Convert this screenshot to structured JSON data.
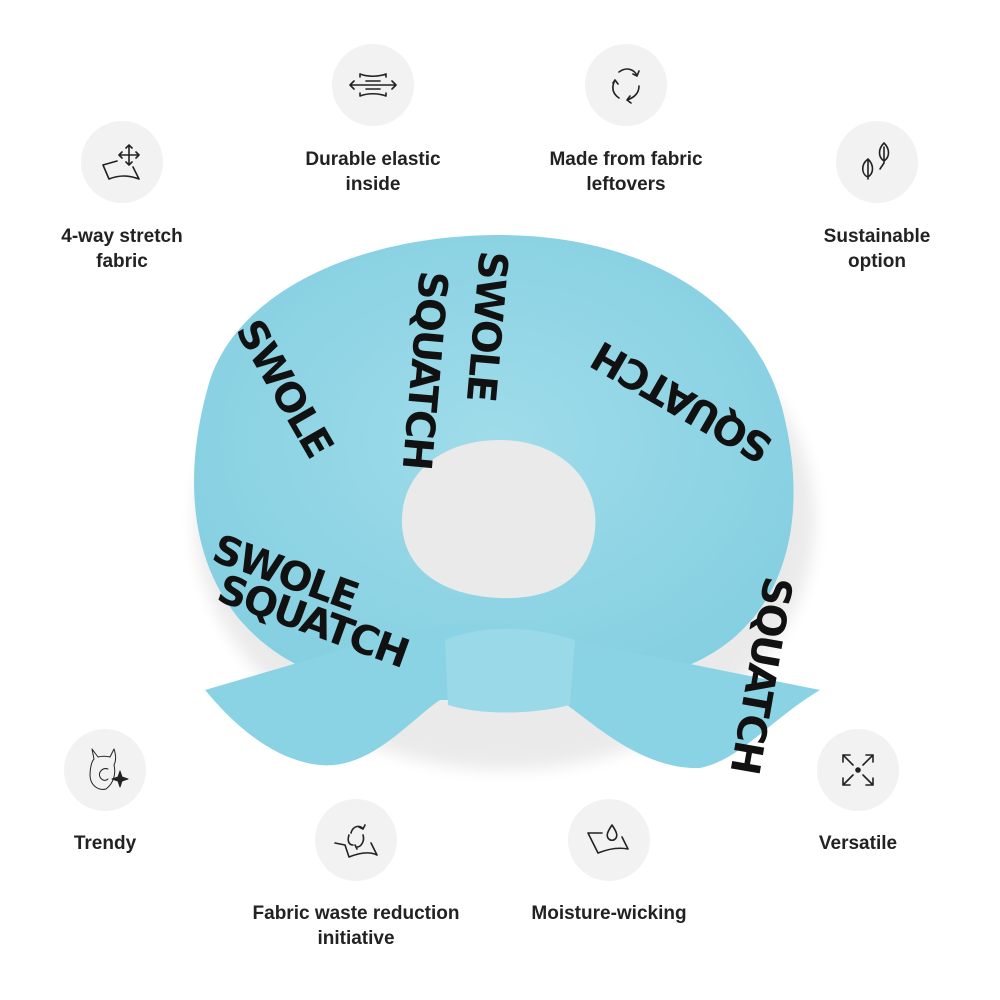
{
  "features": [
    {
      "id": "four-way-stretch",
      "label": "4-way stretch\nfabric",
      "icon": "stretch-fabric-icon"
    },
    {
      "id": "durable-elastic",
      "label": "Durable elastic\ninside",
      "icon": "elastic-icon"
    },
    {
      "id": "fabric-leftovers",
      "label": "Made from fabric\nleftovers",
      "icon": "recycle-icon"
    },
    {
      "id": "sustainable",
      "label": "Sustainable\noption",
      "icon": "leaves-icon"
    },
    {
      "id": "trendy",
      "label": "Trendy",
      "icon": "scrunchie-sparkle-icon"
    },
    {
      "id": "waste-reduction",
      "label": "Fabric waste reduction\ninitiative",
      "icon": "recycle-fabric-icon"
    },
    {
      "id": "moisture-wicking",
      "label": "Moisture-wicking",
      "icon": "water-drop-fabric-icon"
    },
    {
      "id": "versatile",
      "label": "Versatile",
      "icon": "expand-arrows-icon"
    }
  ],
  "product": {
    "print_text": [
      "SWOLE",
      "SQUATCH"
    ],
    "color": "#8fd5e6"
  }
}
